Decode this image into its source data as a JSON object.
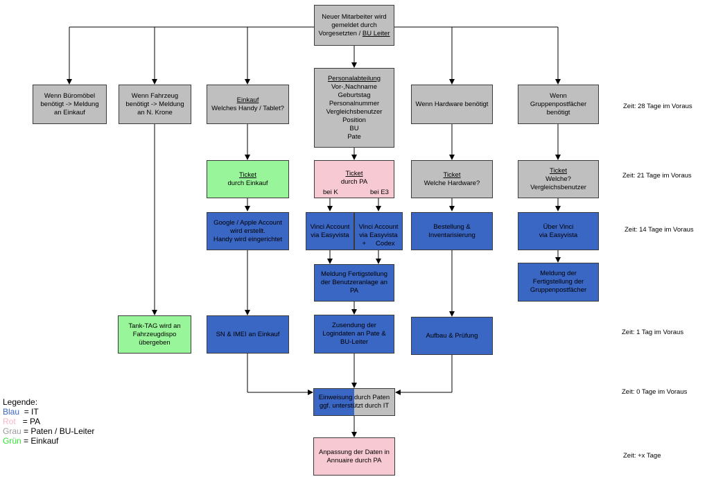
{
  "nodes": {
    "start": [
      "Neuer Mitarbeiter wird",
      "gemeldet durch",
      "Vorgesetzten / ",
      "BU Leiter"
    ],
    "bueromoebel": [
      "Wenn Büromöbel",
      "benötigt -> Meldung",
      "an Einkauf"
    ],
    "fahrzeug": [
      "Wenn Fahrzeug",
      "benötigt -> Meldung",
      "an N. Krone"
    ],
    "einkauf_title": "Einkauf",
    "einkauf_text": "Welches Handy / Tablet?",
    "personal_title": "Personalabteilung",
    "personal_items": [
      "Vor-,Nachname",
      "Geburtstag",
      "Personalnummer",
      "Vergleichsbenutzer",
      "Position",
      "BU",
      "Pate"
    ],
    "hardware": "Wenn Hardware benötigt",
    "gruppen": [
      "Wenn",
      "Gruppenpostfächer",
      "benötigt"
    ],
    "ticket_einkauf_title": "Ticket",
    "ticket_einkauf_text": "durch Einkauf",
    "ticket_pa_title": "Ticket",
    "ticket_pa_text": "durch PA",
    "bei_k": "bei K",
    "bei_e3": "bei E3",
    "ticket_hw_title": "Ticket",
    "ticket_hw_text": "Welche Hardware?",
    "ticket_gp_title": "Ticket",
    "ticket_gp_text": [
      "Welche?",
      "Vergleichsbenutzer"
    ],
    "google": [
      "Google / Apple Account",
      "wird erstellt.",
      "Handy wird eingerichtet"
    ],
    "vinci_k": [
      "Vinci Account",
      "via Easyvista"
    ],
    "vinci_e3": [
      "Vinci Account",
      "via Easyvista",
      "+",
      "Codex"
    ],
    "bestellung": [
      "Bestellung &",
      "Inventarisierung"
    ],
    "ueber_vinci": [
      "Über Vinci",
      "via Easyvista"
    ],
    "meldung_fertig": [
      "Meldung Fertigstellung",
      "der Benutzeranlage an",
      "PA"
    ],
    "meldung_gruppen": [
      "Meldung der",
      "Fertigstellung der",
      "Gruppenpostfächer"
    ],
    "tank": [
      "Tank-TAG wird an",
      "Fahrzeugdispo",
      "übergeben"
    ],
    "sn_imei": "SN & IMEI an Einkauf",
    "zusendung": [
      "Zusendung der",
      "Logindaten an Pate &",
      "BU-Leiter"
    ],
    "aufbau": "Aufbau & Prüfung",
    "einweisung": [
      "Einweisung durch Paten",
      "ggf. unterstützt durch IT"
    ],
    "anpassung": [
      "Anpassung der Daten in",
      "Annuaire durch PA"
    ]
  },
  "times": [
    "Zeit: 28 Tage im Voraus",
    "Zeit: 21 Tage im Voraus",
    "Zeit: 14 Tage im Voraus",
    "Zeit: 1 Tag im Voraus",
    "Zeit: 0 Tage im Voraus",
    "Zeit: +x Tage"
  ],
  "legend": {
    "title": "Legende:",
    "items": [
      {
        "label": "Blau",
        "meaning": "  = IT",
        "color": "#3a66c4"
      },
      {
        "label": "Rot",
        "meaning": "   = PA",
        "color": "#f7b6c4"
      },
      {
        "label": "Grau",
        "meaning": " = Paten / BU-Leiter",
        "color": "#9a9a9a"
      },
      {
        "label": "Grün",
        "meaning": " = Einkauf",
        "color": "#33e033"
      }
    ]
  },
  "colors": {
    "it": "#3a66c4",
    "pa": "#f7c9d3",
    "paten": "#bfbfbf",
    "einkauf": "#99f599"
  }
}
